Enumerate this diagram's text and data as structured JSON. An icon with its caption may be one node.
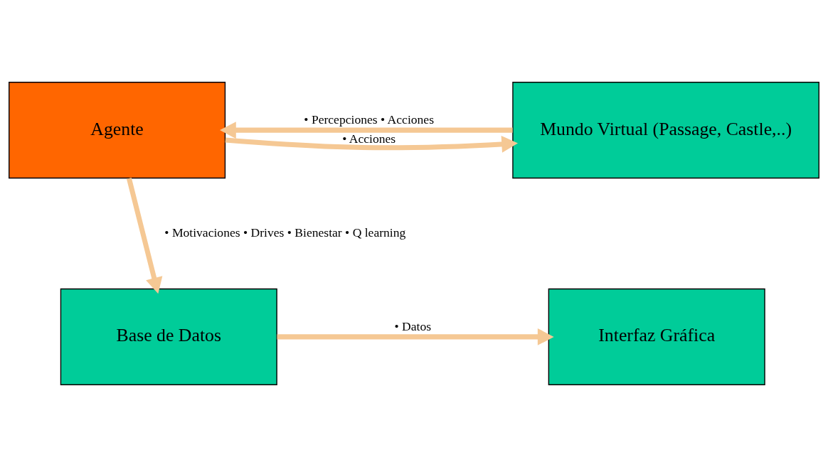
{
  "diagram": {
    "nodes": [
      {
        "text": [
          "Agente"
        ]
      },
      {
        "text": [
          "Mundo Virtual (Passage, Castle,..)"
        ]
      },
      {
        "text": [
          "Base de Datos"
        ]
      },
      {
        "text": [
          "Interfaz Gráfica"
        ]
      }
    ],
    "edges": [
      {
        "from": 0,
        "to": 1,
        "arrow": "to",
        "label": "• Acciones"
      },
      {
        "from": 1,
        "to": 0,
        "arrow": "to",
        "label": "• Percepciones • Acciones"
      },
      {
        "from": 0,
        "to": 2,
        "arrow": "to",
        "label": "• Motivaciones • Drives • Bienestar • Q learning"
      },
      {
        "from": 2,
        "to": 3,
        "arrow": "to",
        "label": "• Datos"
      }
    ]
  }
}
